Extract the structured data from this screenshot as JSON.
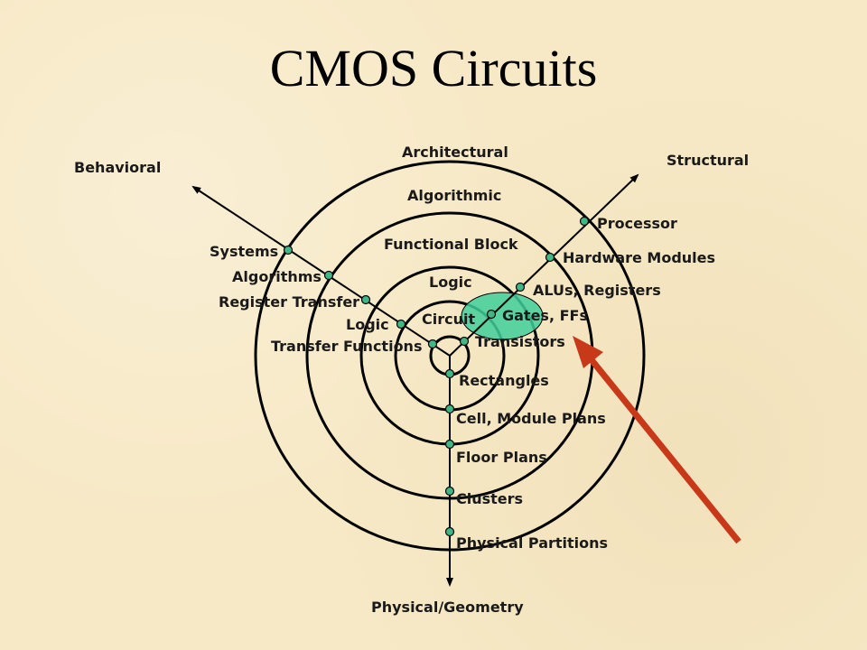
{
  "title": "CMOS Circuits",
  "axes": {
    "behavioral": "Behavioral",
    "structural": "Structural",
    "physical": "Physical/Geometry"
  },
  "levels": [
    "Architectural",
    "Algorithmic",
    "Functional Block",
    "Logic",
    "Circuit"
  ],
  "behavioral_items": [
    "Systems",
    "Algorithms",
    "Register Transfer",
    "Logic",
    "Transfer Functions"
  ],
  "structural_items": [
    "Processor",
    "Hardware Modules",
    "ALUs, Registers",
    "Gates, FFs",
    "Transistors"
  ],
  "physical_items": [
    "Physical Partitions",
    "Clusters",
    "Floor Plans",
    "Cell, Module Plans",
    "Rectangles"
  ],
  "colors": {
    "background": "#f7e9c6",
    "line": "#000000",
    "node": "#3fb885",
    "highlight": "#3fcf9a",
    "arrow": "#c8391a"
  }
}
